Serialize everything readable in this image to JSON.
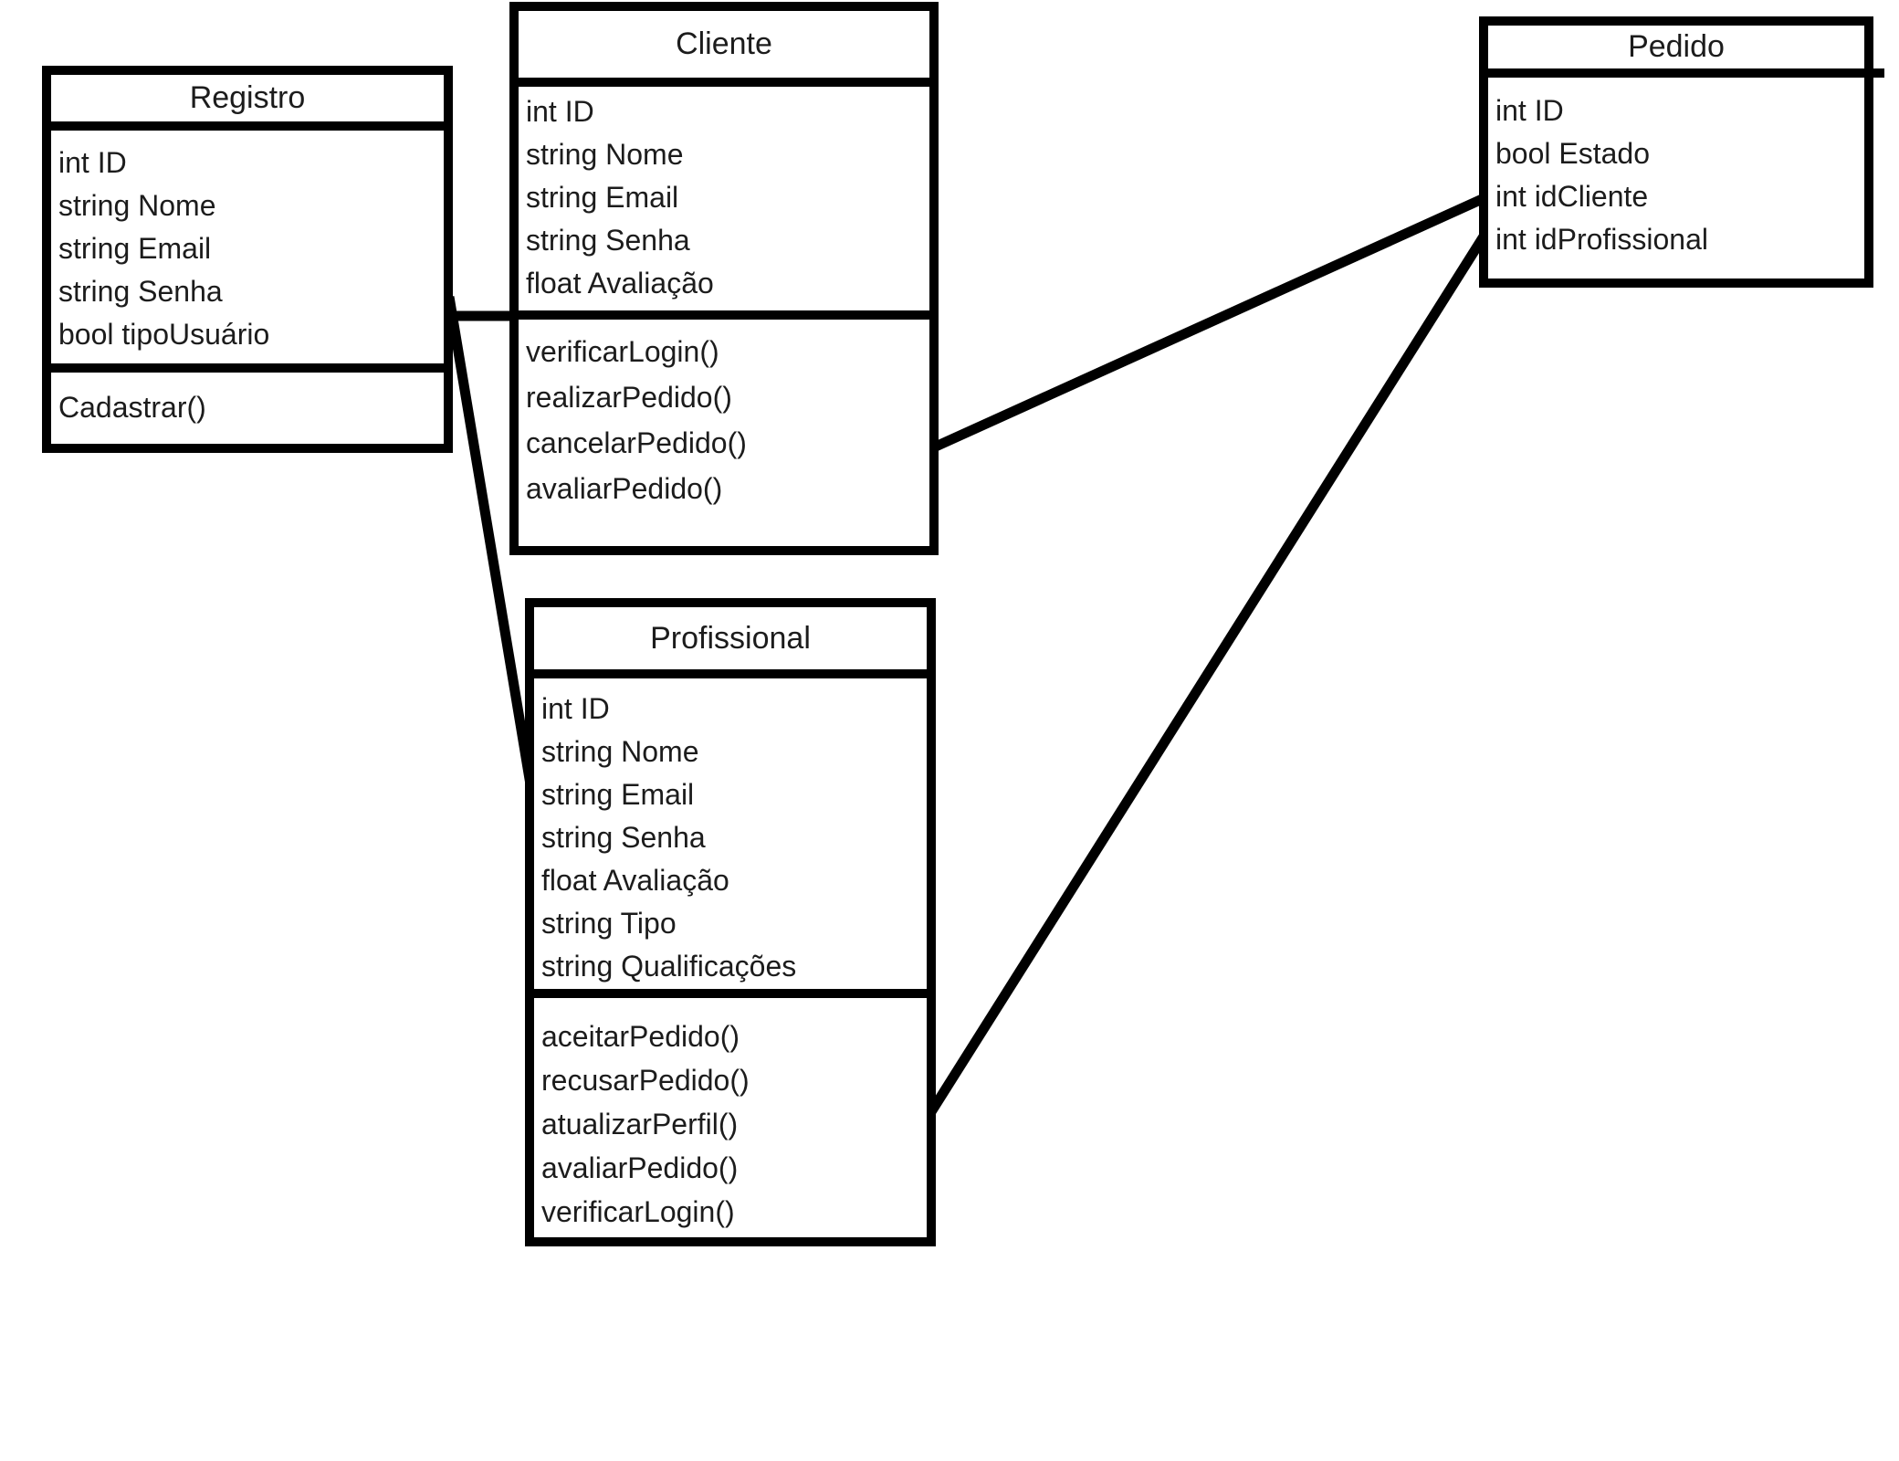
{
  "diagram": {
    "colors": {
      "line": "#000000",
      "background": "#ffffff",
      "text": "#1c1c1c"
    },
    "classes": {
      "registro": {
        "title": "Registro",
        "attributes": [
          "int ID",
          "string Nome",
          "string Email",
          "string Senha",
          "bool tipoUsuário"
        ],
        "methods": [
          "Cadastrar()"
        ]
      },
      "cliente": {
        "title": "Cliente",
        "attributes": [
          "int ID",
          "string Nome",
          "string Email",
          "string Senha",
          "float Avaliação"
        ],
        "methods": [
          "verificarLogin()",
          "realizarPedido()",
          "cancelarPedido()",
          "avaliarPedido()"
        ]
      },
      "profissional": {
        "title": "Profissional",
        "attributes": [
          "int ID",
          "string Nome",
          "string Email",
          "string Senha",
          "float Avaliação",
          "string Tipo",
          "string Qualificações"
        ],
        "methods": [
          "aceitarPedido()",
          "recusarPedido()",
          "atualizarPerfil()",
          "avaliarPedido()",
          "verificarLogin()"
        ]
      },
      "pedido": {
        "title": "Pedido",
        "attributes": [
          "int ID",
          "bool Estado",
          "int idCliente",
          "int idProfissional"
        ],
        "methods": []
      }
    },
    "relationships": [
      {
        "from": "Registro",
        "to": "Cliente"
      },
      {
        "from": "Registro",
        "to": "Profissional"
      },
      {
        "from": "Cliente",
        "to": "Pedido"
      },
      {
        "from": "Profissional",
        "to": "Pedido"
      }
    ]
  }
}
